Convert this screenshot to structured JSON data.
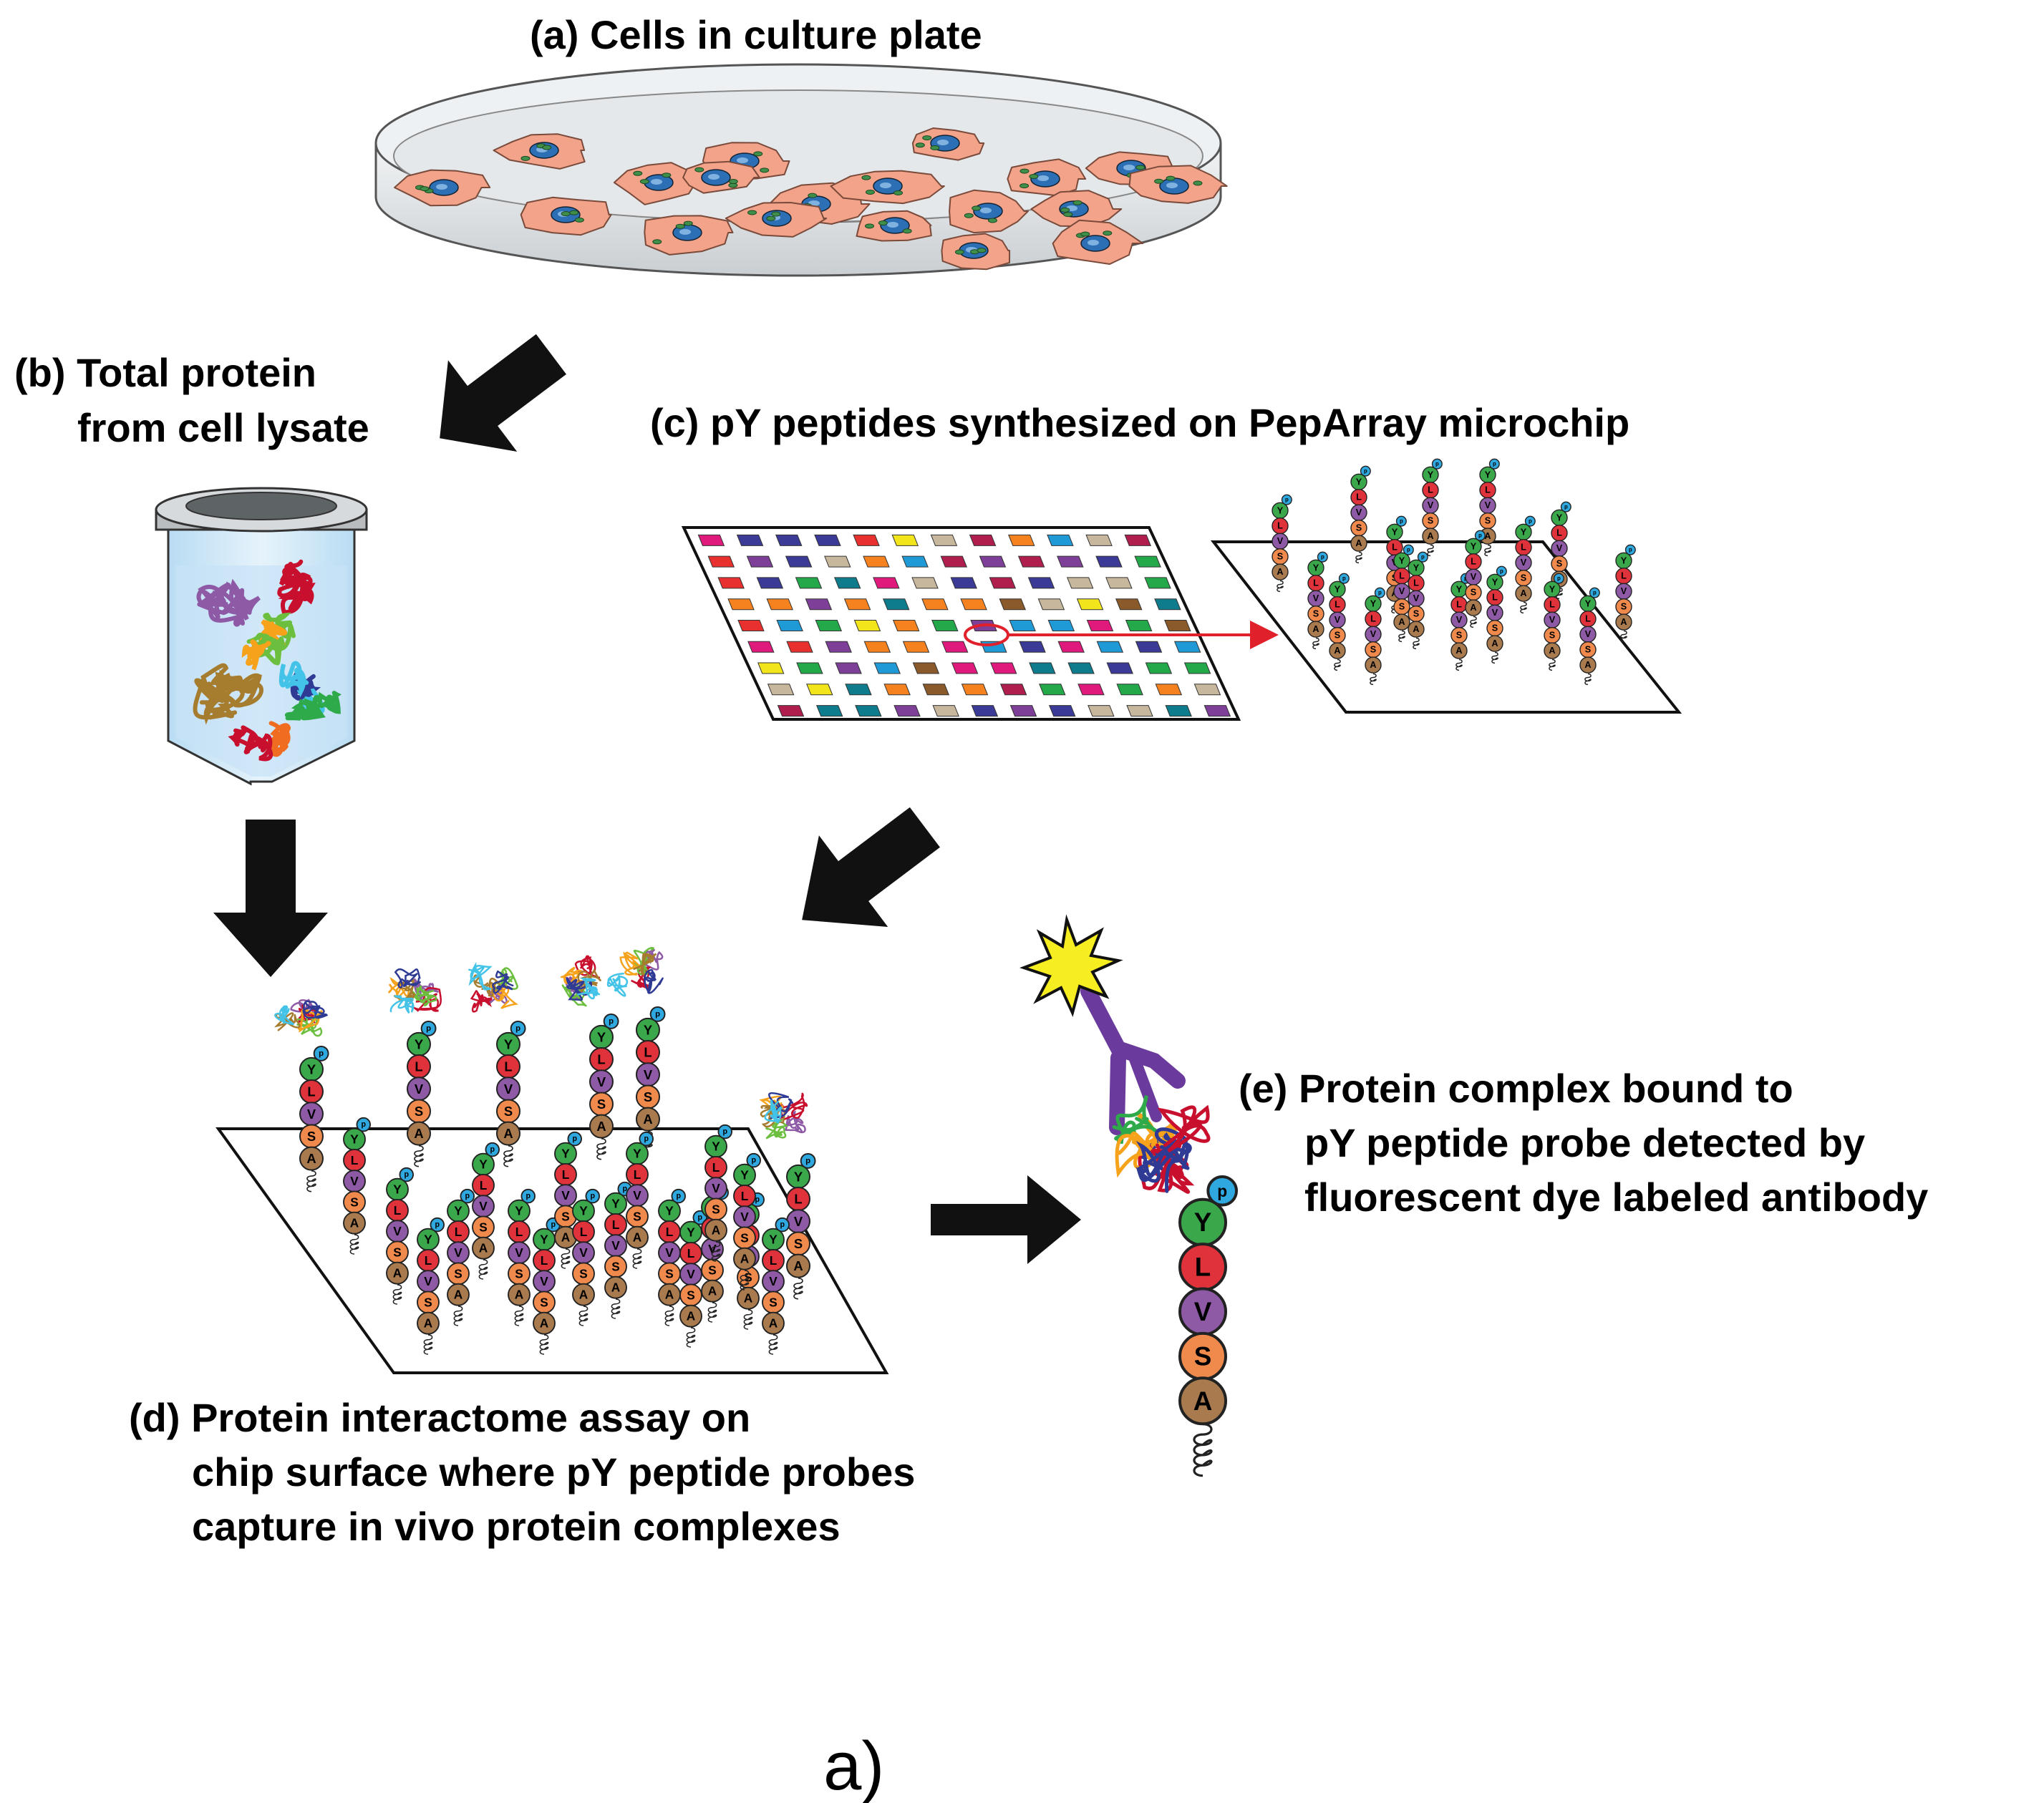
{
  "labels": {
    "a": "(a) Cells in culture plate",
    "b_line1": "(b) Total protein",
    "b_line2": "from cell lysate",
    "c": "(c) pY peptides synthesized on PepArray microchip",
    "d_line1": "(d) Protein interactome assay on",
    "d_line2": "chip surface where pY peptide probes",
    "d_line3": "capture in vivo protein complexes",
    "e_line1": "(e) Protein complex bound to",
    "e_line2": "pY peptide probe detected by",
    "e_line3": "fluorescent dye labeled antibody",
    "panel": "a)"
  },
  "peptide_sequence": [
    "p",
    "Y",
    "L",
    "V",
    "S",
    "A"
  ],
  "residue_colors": {
    "p": "#2fa8e0",
    "Y": "#3aa84a",
    "L": "#e0323a",
    "V": "#8e5aa6",
    "S": "#ef8a4c",
    "A": "#a87a4e"
  },
  "chip_palette": [
    "#e0197d",
    "#1f9ad6",
    "#23a84a",
    "#3b3a97",
    "#f2e51c",
    "#c7b79c",
    "#8a5a2b",
    "#7e3f98",
    "#e8312f",
    "#0e7c8c",
    "#f5821f",
    "#b01e4e"
  ],
  "protein_colors": [
    "#8e5aa6",
    "#c8102e",
    "#6cbf3e",
    "#f7a21b",
    "#a67c2e",
    "#2f3a94",
    "#44c3e8",
    "#ef6c20",
    "#2eaa4a"
  ],
  "colors": {
    "arrow": "#111111",
    "link_arrow": "#e0202a",
    "antibody": "#6a3b9c",
    "star": "#f7ee22",
    "cell_body": "#f2a38a",
    "cell_nucleus": "#2d6fb5",
    "tube_liquid": "#cfe7f7",
    "dish": "#dfe3e6"
  }
}
